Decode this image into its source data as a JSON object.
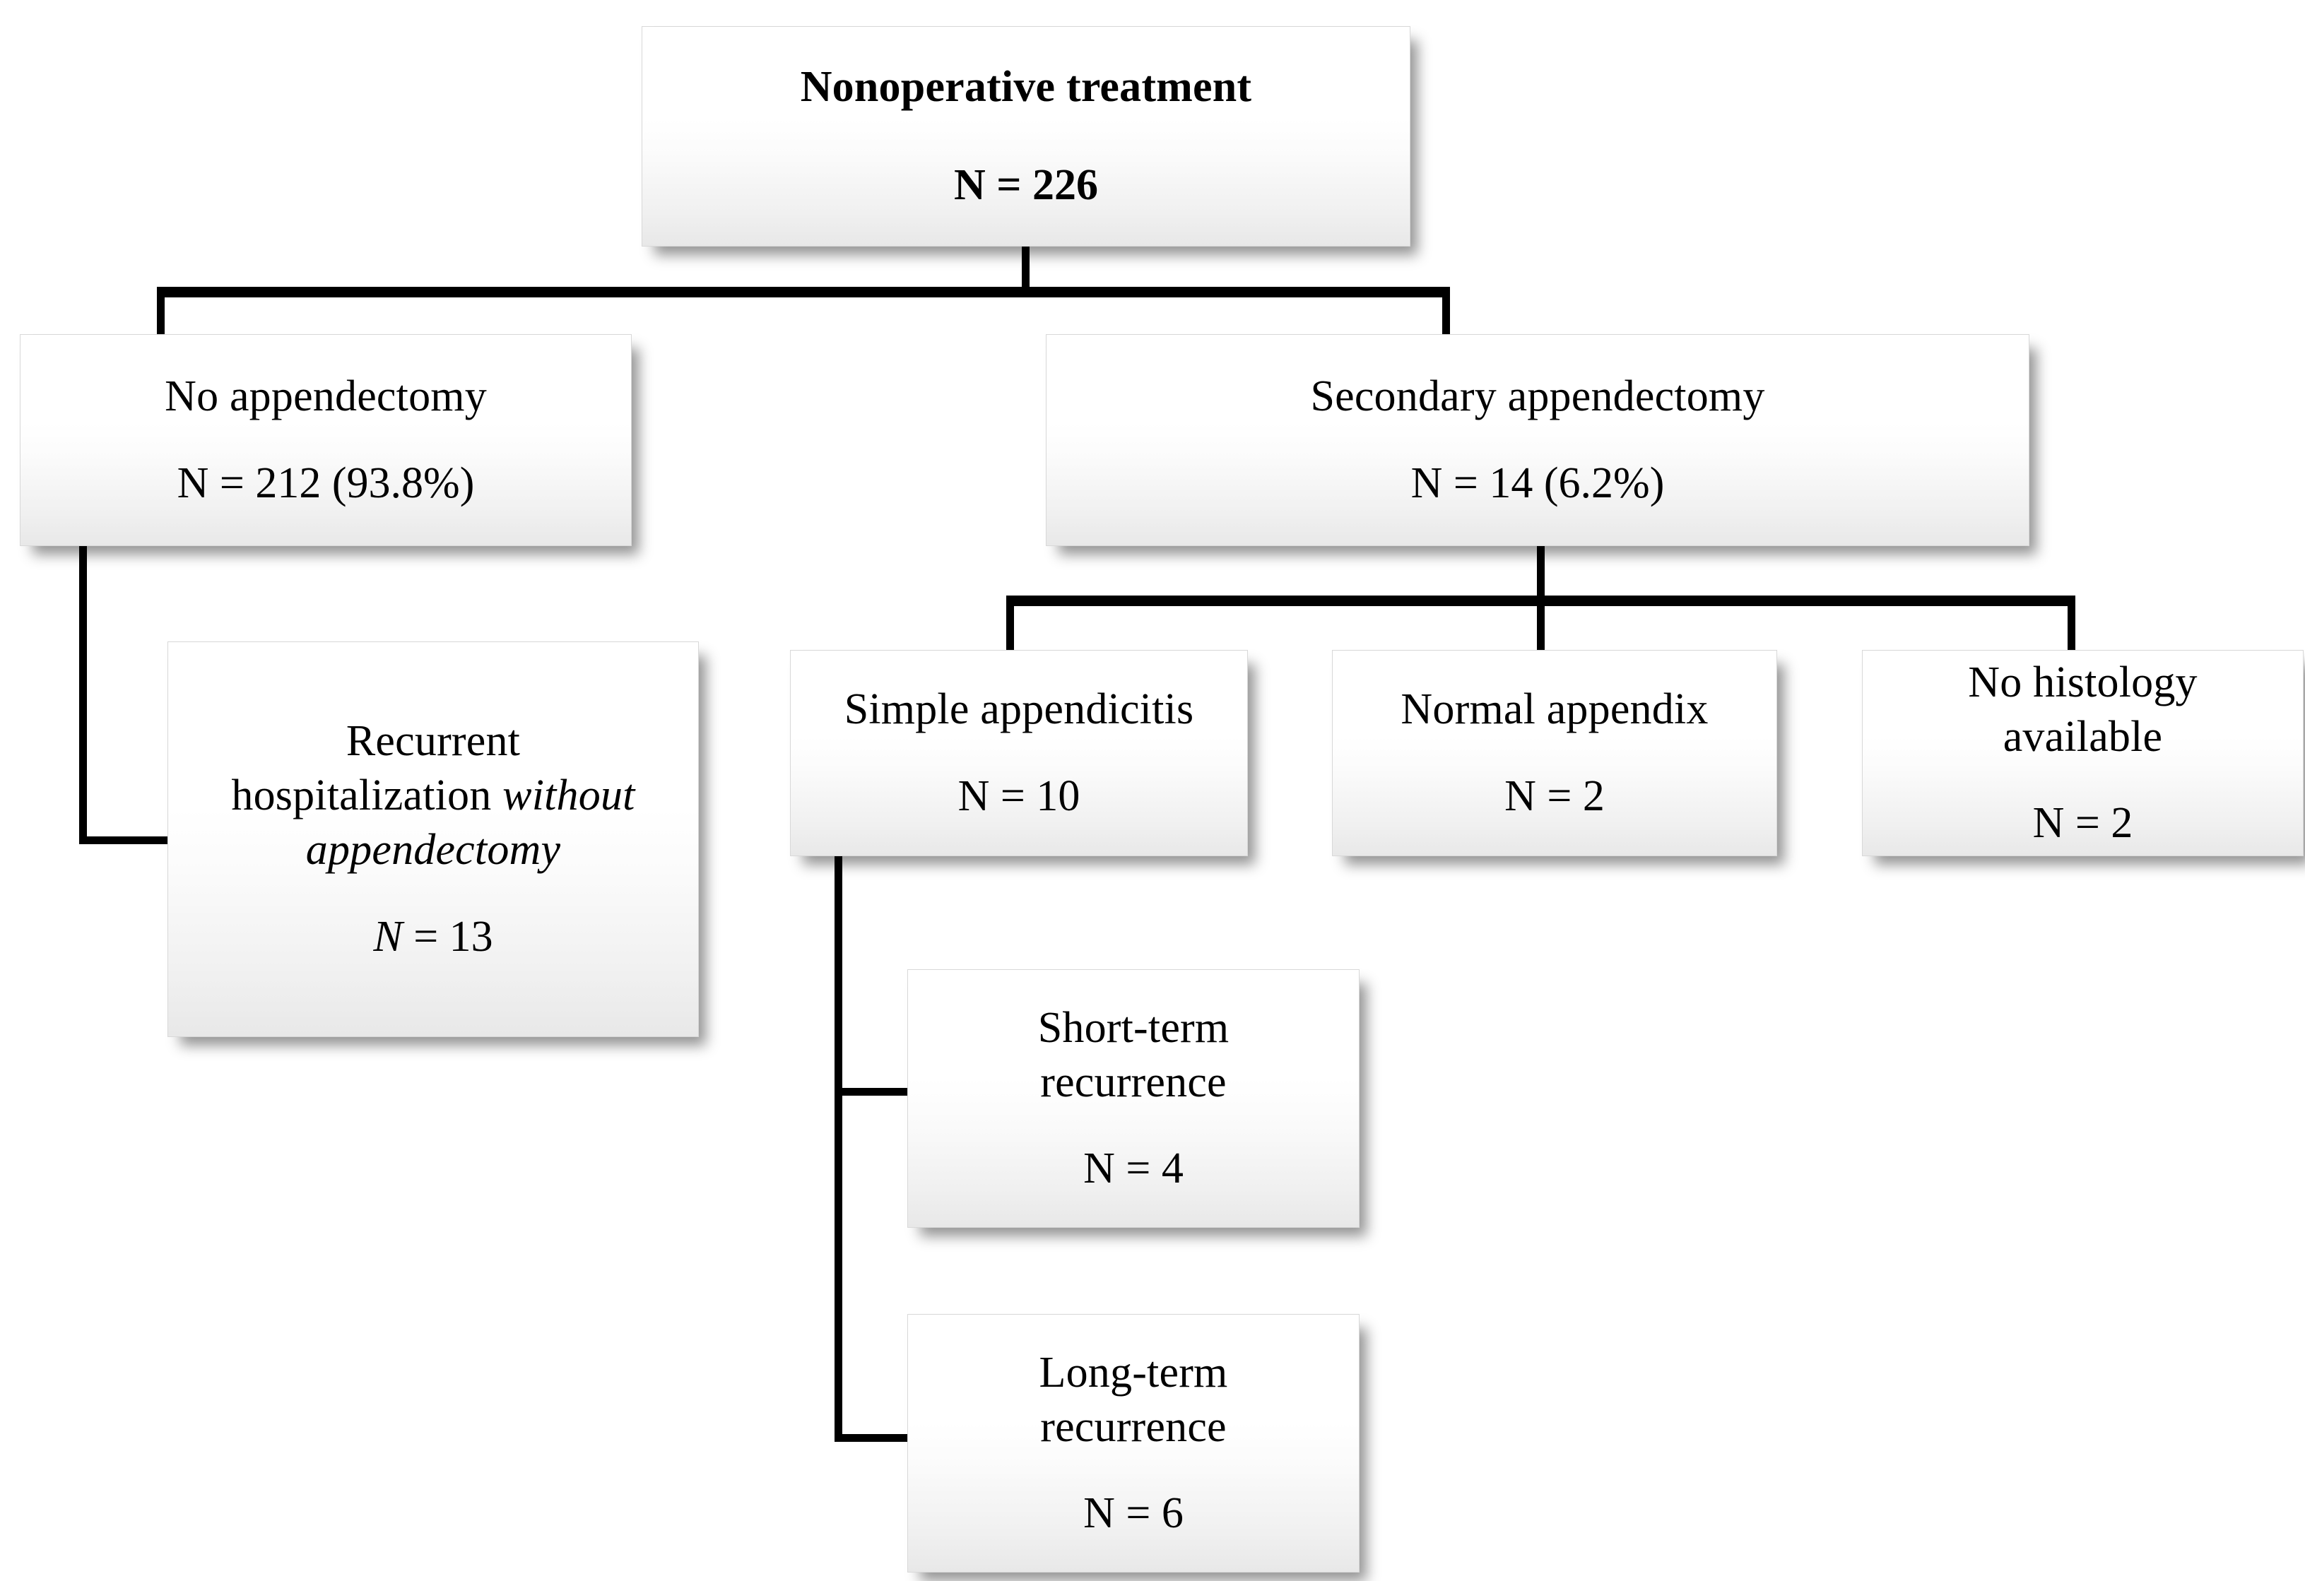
{
  "diagram": {
    "type": "flowchart",
    "orientation": "top-down",
    "nodes": {
      "root": {
        "title": "Nonoperative treatment",
        "count": "N = 226",
        "n": 226,
        "bold": true
      },
      "no_appendectomy": {
        "title": "No appendectomy",
        "count": "N = 212 (93.8%)",
        "n": 212,
        "percent": "93.8%"
      },
      "secondary_appendectomy": {
        "title": "Secondary appendectomy",
        "count": "N = 14 (6.2%)",
        "n": 14,
        "percent": "6.2%"
      },
      "recurrent_hospitalization": {
        "title_part1": "Recurrent",
        "title_part2": "hospitalization ",
        "title_italic2": "without",
        "title_italic3": "appendectomy",
        "count_n": "N",
        "count_rest": " = 13",
        "n": 13
      },
      "simple_appendicitis": {
        "title": "Simple appendicitis",
        "count": "N = 10",
        "n": 10
      },
      "normal_appendix": {
        "title": "Normal appendix",
        "count": "N = 2",
        "n": 2
      },
      "no_histology": {
        "title_line1": "No histology",
        "title_line2": "available",
        "count": "N = 2",
        "n": 2
      },
      "short_term_recurrence": {
        "title_line1": "Short-term",
        "title_line2": "recurrence",
        "count": "N = 4",
        "n": 4
      },
      "long_term_recurrence": {
        "title_line1": "Long-term",
        "title_line2": "recurrence",
        "count": "N = 6",
        "n": 6
      }
    },
    "edges": [
      {
        "from": "root",
        "to": "no_appendectomy"
      },
      {
        "from": "root",
        "to": "secondary_appendectomy"
      },
      {
        "from": "no_appendectomy",
        "to": "recurrent_hospitalization"
      },
      {
        "from": "secondary_appendectomy",
        "to": "simple_appendicitis"
      },
      {
        "from": "secondary_appendectomy",
        "to": "normal_appendix"
      },
      {
        "from": "secondary_appendectomy",
        "to": "no_histology"
      },
      {
        "from": "simple_appendicitis",
        "to": "short_term_recurrence"
      },
      {
        "from": "simple_appendicitis",
        "to": "long_term_recurrence"
      }
    ],
    "colors": {
      "line": "#000000",
      "box_border": "#d8d8d8",
      "box_fill_top": "#ffffff",
      "box_fill_bottom": "#e8e8e8",
      "text": "#000000",
      "background": "#ffffff"
    }
  }
}
